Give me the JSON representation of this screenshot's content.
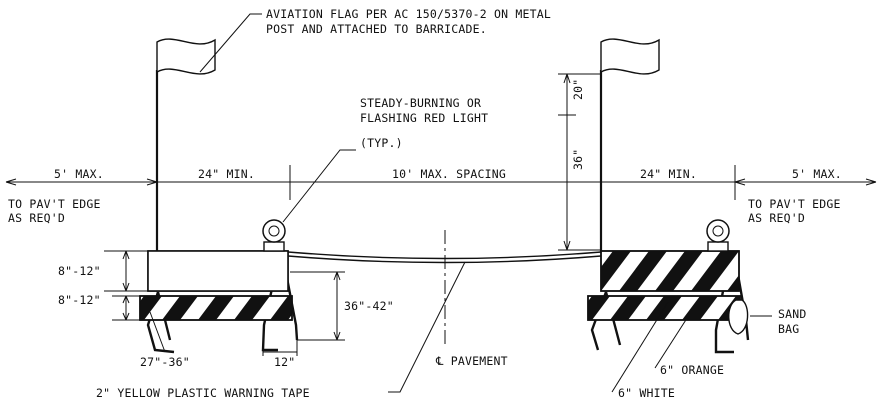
{
  "labels": {
    "flag_note_1": "AVIATION FLAG PER AC 150/5370-2 ON METAL",
    "flag_note_2": "POST AND ATTACHED TO BARRICADE.",
    "light_note_1": "STEADY-BURNING OR",
    "light_note_2": "FLASHING RED LIGHT",
    "light_note_3": "(TYP.)",
    "dim_20": "20\"",
    "dim_36": "36\"",
    "left_5max": "5' MAX.",
    "left_24min": "24\" MIN.",
    "spacing": "10' MAX. SPACING",
    "right_24min": "24\" MIN.",
    "right_5max": "5' MAX.",
    "left_edge_1": "TO PAV'T EDGE",
    "left_edge_2": "AS REQ'D",
    "right_edge_1": "TO PAV'T EDGE",
    "right_edge_2": "AS REQ'D",
    "board_upper": "8\"-12\"",
    "board_lower": "8\"-12\"",
    "height": "36\"-42\"",
    "width": "27\"-36\"",
    "leg_12": "12\"",
    "pavement": "℄ PAVEMENT",
    "tape": "2\" YELLOW PLASTIC WARNING TAPE",
    "sand_1": "SAND",
    "sand_2": "BAG",
    "orange": "6\" ORANGE",
    "white": "6\" WHITE"
  }
}
